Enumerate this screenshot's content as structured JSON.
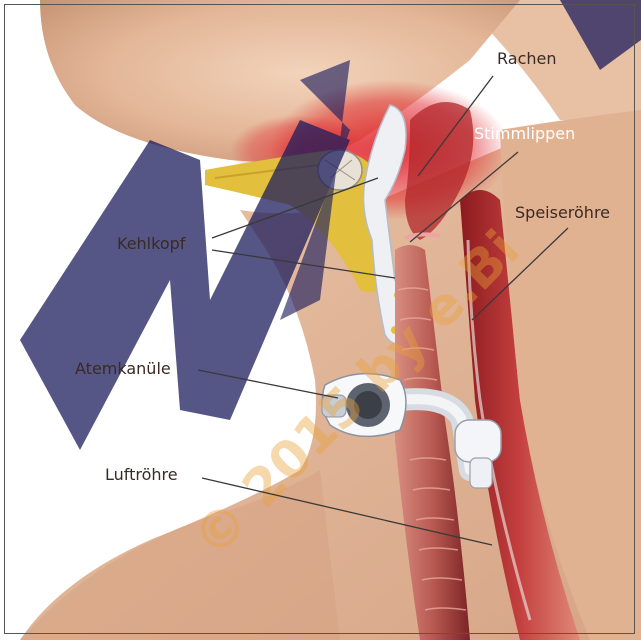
{
  "labels": {
    "rachen": "Rachen",
    "stimmlippen": "Stimmlippen",
    "speiseroehre": "Speiseröhre",
    "kehlkopf": "Kehlkopf",
    "atemkanuele": "Atemkanüle",
    "luftroehre": "Luftröhre"
  },
  "watermark": {
    "text": "© 2015 by e.Bi",
    "brand": "MV"
  },
  "colors": {
    "skin": "#e9c3a6",
    "skin_shadow": "#c9997a",
    "throat_red": "#d8232a",
    "trachea": "#c97a72",
    "trachea_dark": "#7a1f22",
    "cartilage": "#e6e9ef",
    "fat": "#e5c13a",
    "leader_line": "#3a3a3a",
    "watermark": "#1a1a5a"
  }
}
